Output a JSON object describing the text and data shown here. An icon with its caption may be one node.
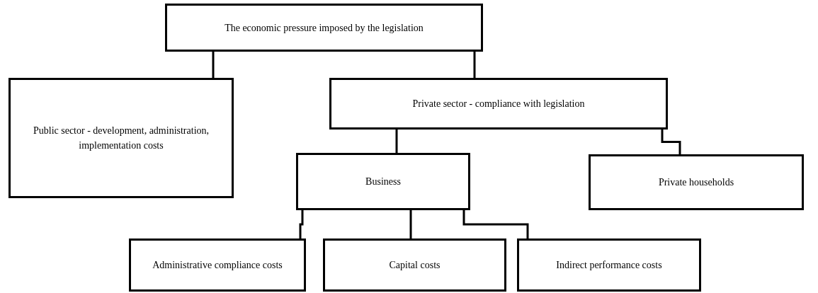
{
  "diagram": {
    "nodes": [
      {
        "text": [
          "The economic pressure imposed by the legislation"
        ]
      },
      {
        "text": [
          "Public sector - development, administration, implementation costs"
        ]
      },
      {
        "text": [
          "Private sector - compliance with legislation"
        ]
      },
      {
        "text": [
          "Business"
        ]
      },
      {
        "text": [
          "Private households"
        ]
      },
      {
        "text": [
          "Administrative compliance costs"
        ]
      },
      {
        "text": [
          "Capital costs"
        ]
      },
      {
        "text": [
          "Indirect performance costs"
        ]
      }
    ],
    "edges": [
      {
        "from": 0,
        "to": 1,
        "arrow": "none"
      },
      {
        "from": 0,
        "to": 2,
        "arrow": "none"
      },
      {
        "from": 2,
        "to": 3,
        "arrow": "none"
      },
      {
        "from": 2,
        "to": 4,
        "arrow": "none"
      },
      {
        "from": 3,
        "to": 5,
        "arrow": "none"
      },
      {
        "from": 3,
        "to": 6,
        "arrow": "none"
      },
      {
        "from": 3,
        "to": 7,
        "arrow": "none"
      }
    ]
  }
}
